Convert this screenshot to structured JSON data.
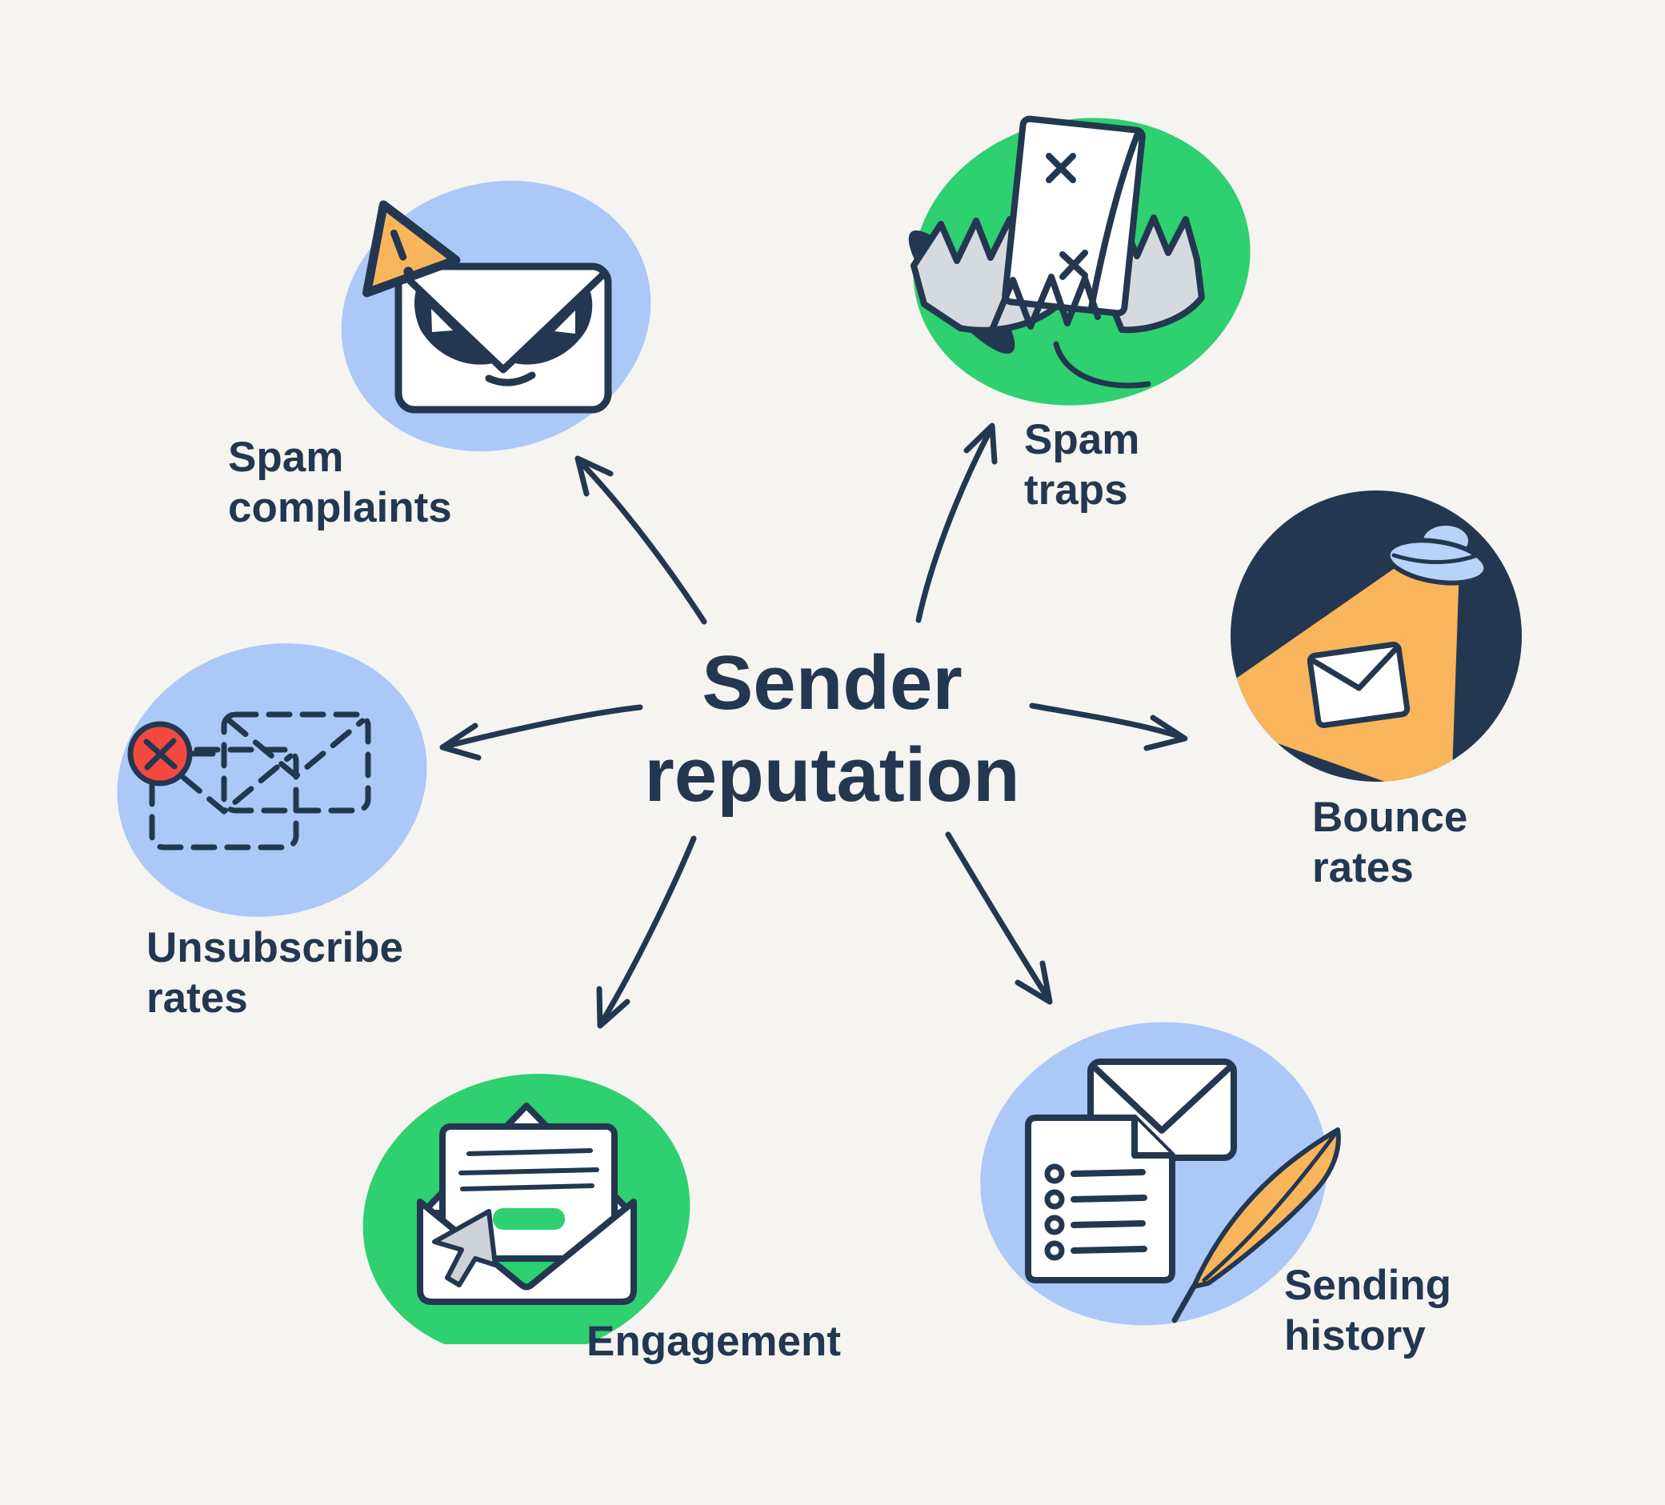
{
  "title": {
    "line1": "Sender",
    "line2": "reputation"
  },
  "nodes": [
    {
      "id": "spam-complaints",
      "label_line1": "Spam",
      "label_line2": "complaints",
      "icon": "angry-envelope-warning-icon",
      "blob_color": "#abc8f7"
    },
    {
      "id": "spam-traps",
      "label_line1": "Spam",
      "label_line2": "traps",
      "icon": "envelope-bear-trap-icon",
      "blob_color": "#2ed06f"
    },
    {
      "id": "bounce-rates",
      "label_line1": "Bounce",
      "label_line2": "rates",
      "icon": "ufo-beam-envelope-icon",
      "blob_color": "#233750"
    },
    {
      "id": "sending-history",
      "label_line1": "Sending",
      "label_line2": "history",
      "icon": "checklist-envelope-quill-icon",
      "blob_color": "#abc8f7"
    },
    {
      "id": "engagement",
      "label_line1": "Engagement",
      "label_line2": "",
      "icon": "open-envelope-cursor-icon",
      "blob_color": "#2ed06f"
    },
    {
      "id": "unsubscribe-rates",
      "label_line1": "Unsubscribe",
      "label_line2": "rates",
      "icon": "dashed-envelope-remove-icon",
      "blob_color": "#abc8f7"
    }
  ],
  "arrows": [
    {
      "from": "center",
      "to": "spam-complaints"
    },
    {
      "from": "center",
      "to": "spam-traps"
    },
    {
      "from": "center",
      "to": "bounce-rates"
    },
    {
      "from": "center",
      "to": "sending-history"
    },
    {
      "from": "center",
      "to": "engagement"
    },
    {
      "from": "center",
      "to": "unsubscribe-rates"
    }
  ],
  "colors": {
    "navy": "#233750",
    "blue-blob": "#abc8f7",
    "green-blob": "#2ed06f",
    "orange": "#f8b55c",
    "red": "#f34940",
    "gray": "#d5dade",
    "cursor-gray": "#ccd2d8",
    "light-blue": "#b9d2fa",
    "background": "#f5f4f0",
    "white": "#ffffff"
  }
}
